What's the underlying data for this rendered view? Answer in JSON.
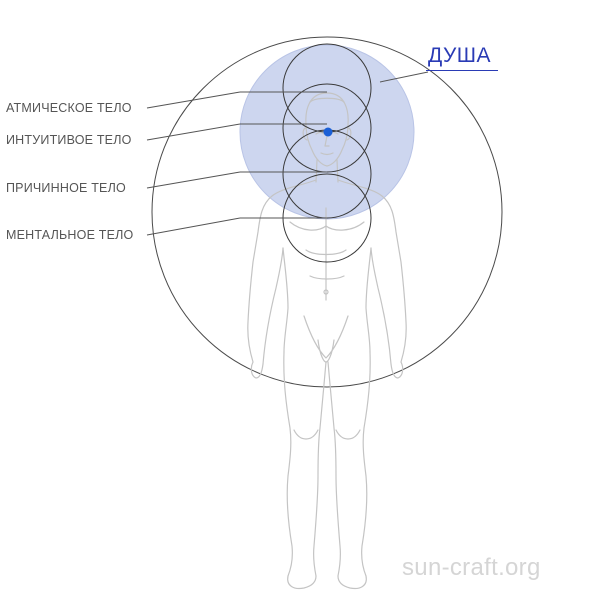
{
  "soul_label": "ДУША",
  "bodies": [
    {
      "label": "АТМИЧЕСКОЕ ТЕЛО"
    },
    {
      "label": "ИНТУИТИВОЕ ТЕЛО"
    },
    {
      "label": "ПРИЧИННОЕ ТЕЛО"
    },
    {
      "label": "МЕНТАЛЬНОЕ ТЕЛО"
    }
  ],
  "watermark": "sun-craft.org",
  "colors": {
    "soul_fill": "#cdd6ef",
    "soul_text": "#2a3bb5",
    "center_dot": "#1a5fd6",
    "lines": "#555555",
    "figure": "#c9c9c9"
  },
  "figure": {
    "type": "human-figure-outline",
    "pose": "standing-front"
  }
}
